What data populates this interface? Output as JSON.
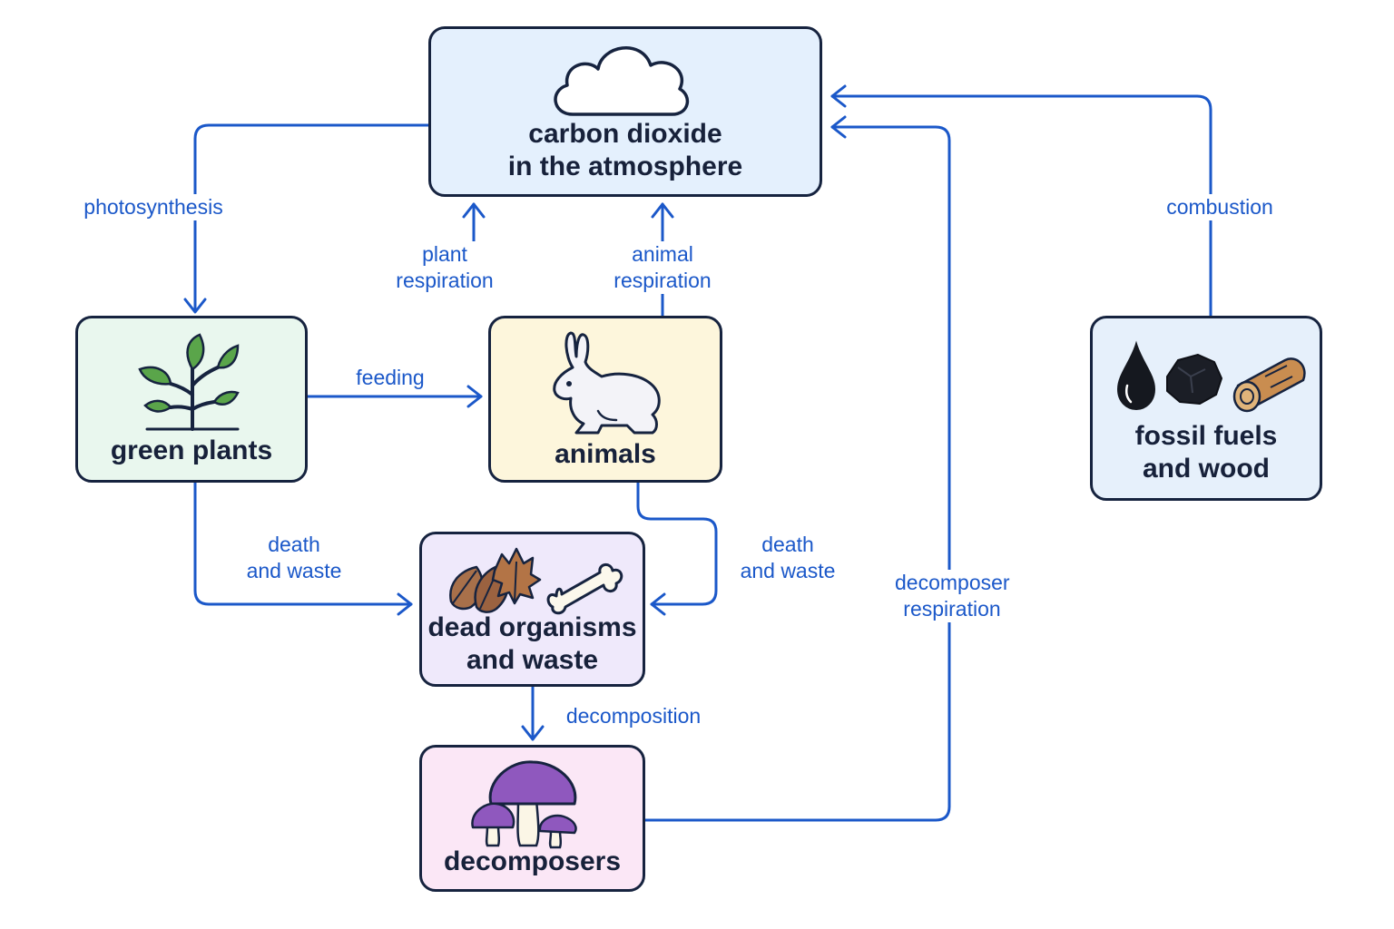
{
  "nodes": {
    "atmosphere": {
      "title": "carbon dioxide\nin the atmosphere",
      "icon": "cloud-icon",
      "fill": "#e4f0fd"
    },
    "plants": {
      "title": "green plants",
      "icon": "plant-icon",
      "fill": "#e9f7ee"
    },
    "animals": {
      "title": "animals",
      "icon": "rabbit-icon",
      "fill": "#fdf6dc"
    },
    "dead": {
      "title": "dead organisms\nand waste",
      "icon": "leaves-and-bone-icon",
      "fill": "#efe9fb"
    },
    "decomposers": {
      "title": "decomposers",
      "icon": "mushroom-icon",
      "fill": "#fbe7f6"
    },
    "fossil": {
      "title": "fossil fuels\nand wood",
      "icon": "oil-coal-wood-icon",
      "fill": "#e6f0fb"
    }
  },
  "labels": {
    "photosynthesis": "photosynthesis",
    "plant_respiration": "plant\nrespiration",
    "animal_respiration": "animal\nrespiration",
    "feeding": "feeding",
    "death_plants": "death\nand waste",
    "death_animals": "death\nand waste",
    "decomposition": "decomposition",
    "decomposer_respiration": "decomposer\nrespiration",
    "combustion": "combustion"
  },
  "colors": {
    "arrow": "#1b58c9",
    "border": "#16233f"
  }
}
